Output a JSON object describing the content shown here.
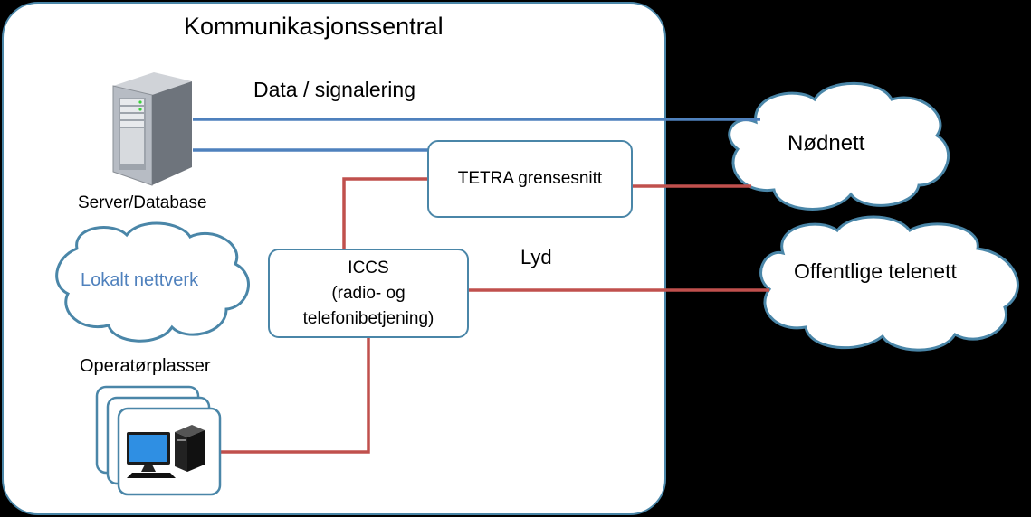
{
  "diagram": {
    "central_title": "Kommunikasjonssentral",
    "data_label": "Data / signalering",
    "server_label": "Server/Database",
    "local_network_label": "Lokalt nettverk",
    "operator_label": "Operatørplasser",
    "tetra_label": "TETRA grensesnitt",
    "iccs_line1": "ICCS",
    "iccs_line2": "(radio- og",
    "iccs_line3": "telefonibetjening)",
    "audio_label": "Lyd",
    "nodnett_label": "Nødnett",
    "public_net_label": "Offentlige telenett"
  },
  "colors": {
    "background": "#000000",
    "panel_fill": "#ffffff",
    "panel_border": "#4a86a8",
    "data_line": "#4f81bd",
    "audio_line": "#c0504d",
    "local_network_text": "#4f81bd"
  },
  "icons": [
    "server-icon",
    "workstation-icon",
    "cloud-icon"
  ]
}
